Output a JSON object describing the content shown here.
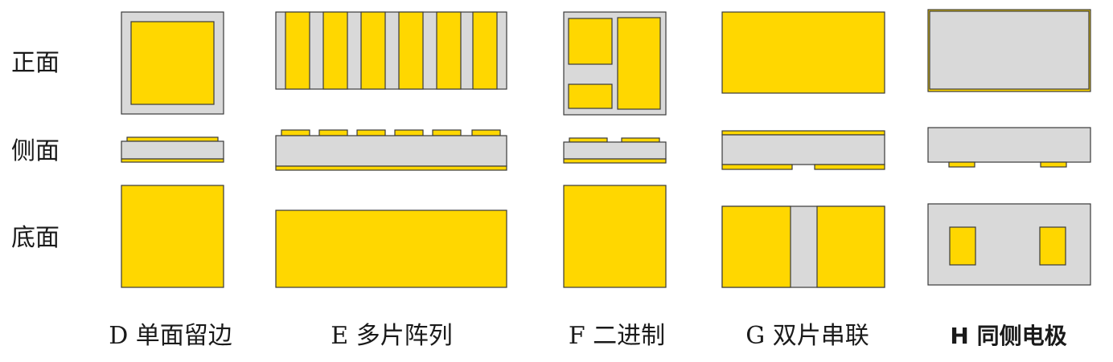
{
  "row_labels": {
    "front": "正面",
    "side": "侧面",
    "bottom": "底面"
  },
  "column_labels": {
    "D": "D 单面留边",
    "E": "E 多片阵列",
    "F": "F 二进制",
    "G": "G 双片串联",
    "H": "H 同侧电极"
  },
  "colors": {
    "electrode": "#FFD700",
    "substrate": "#D9D9D9",
    "outline": "#3A3A3A"
  }
}
